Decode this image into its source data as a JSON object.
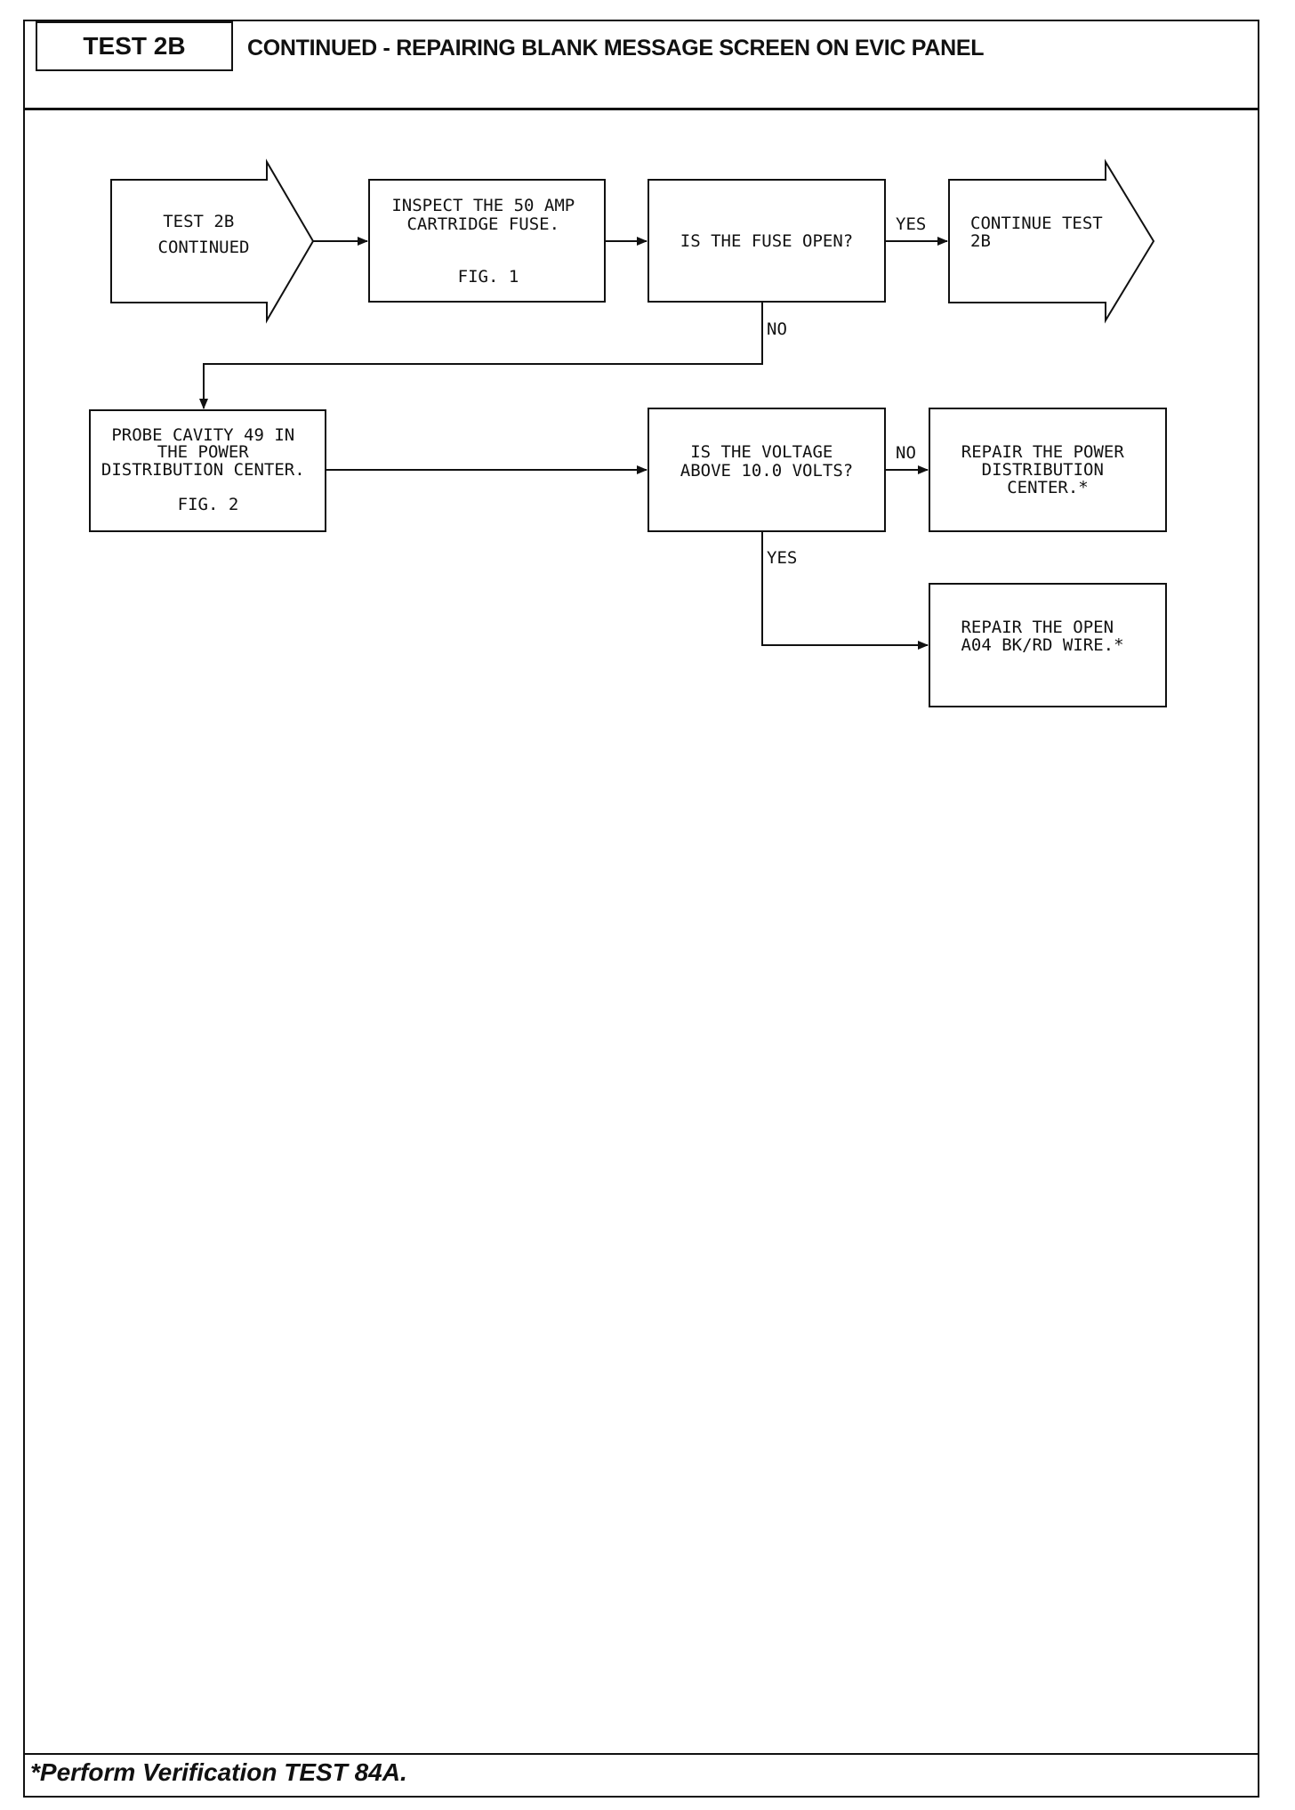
{
  "header": {
    "test_label": "TEST 2B",
    "title": "CONTINUED - REPAIRING BLANK MESSAGE SCREEN ON EVIC PANEL"
  },
  "flowchart": {
    "start": [
      "TEST 2B",
      "CONTINUED"
    ],
    "inspect_fuse": [
      "INSPECT THE 50 AMP",
      "CARTRIDGE FUSE.",
      "",
      "FIG. 1"
    ],
    "fuse_open": [
      "IS THE FUSE OPEN?"
    ],
    "continue": [
      "CONTINUE TEST",
      "2B"
    ],
    "probe_cavity": [
      "PROBE CAVITY 49 IN",
      "THE POWER",
      "DISTRIBUTION CENTER.",
      "FIG. 2"
    ],
    "voltage_check": [
      "IS THE VOLTAGE",
      "ABOVE 10.0 VOLTS?"
    ],
    "repair_pdc": [
      "REPAIR THE POWER",
      "DISTRIBUTION",
      "CENTER.*"
    ],
    "repair_wire": [
      "REPAIR THE OPEN",
      "A04 BK/RD WIRE.*"
    ],
    "labels": {
      "yes_1": "YES",
      "no_1": "NO",
      "no_2": "NO",
      "yes_2": "YES"
    }
  },
  "footer": {
    "note": "*Perform Verification TEST 84A."
  }
}
